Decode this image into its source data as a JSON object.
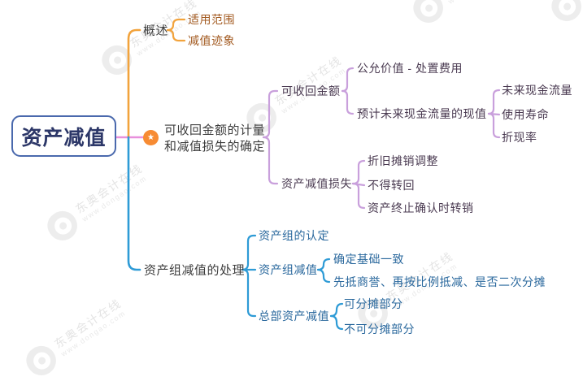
{
  "app": {
    "type": "mindmap-screenshot"
  },
  "root": {
    "label": "资产减值"
  },
  "branches": [
    {
      "label": "概述",
      "children": [
        {
          "label": "适用范围"
        },
        {
          "label": "减值迹象"
        }
      ]
    },
    {
      "label_line1": "可收回金额的计量",
      "label_line2": "和减值损失的确定",
      "badge": "star",
      "children": [
        {
          "label": "可收回金额",
          "children": [
            {
              "label": "公允价值 - 处置费用"
            },
            {
              "label": "预计未来现金流量的现值",
              "children": [
                {
                  "label": "未来现金流量"
                },
                {
                  "label": "使用寿命"
                },
                {
                  "label": "折现率"
                }
              ]
            }
          ]
        },
        {
          "label": "资产减值损失",
          "children": [
            {
              "label": "折旧摊销调整"
            },
            {
              "label": "不得转回"
            },
            {
              "label": "资产终止确认时转销"
            }
          ]
        }
      ]
    },
    {
      "label": "资产组减值的处理",
      "children": [
        {
          "label": "资产组的认定"
        },
        {
          "label": "资产组减值",
          "children": [
            {
              "label": "确定基础一致"
            },
            {
              "label": "先抵商誉、再按比例抵减、是否二次分摊"
            }
          ]
        },
        {
          "label": "总部资产减值",
          "children": [
            {
              "label": "可分摊部分"
            },
            {
              "label": "不可分摊部分"
            }
          ]
        }
      ]
    }
  ],
  "icons": {
    "star_badge": "★"
  },
  "watermark": {
    "brand": "东奥会计在线",
    "url": "www.dongao.com"
  },
  "colors": {
    "root_border": "#4a69ad",
    "root_text": "#2c3768",
    "branch_overview_line": "#f2a33c",
    "overview_leaf_text": "#a2591f",
    "root_to_measurement_line": "#e890dc",
    "branch_measurement_line": "#c9a0dc",
    "measurement_text": "#4a3a51",
    "branch_asset_group_line": "#2e9bd6",
    "asset_group_text": "#2a689d",
    "badge_bg": "#f78b33",
    "level1_text": "#3d3d3d"
  }
}
